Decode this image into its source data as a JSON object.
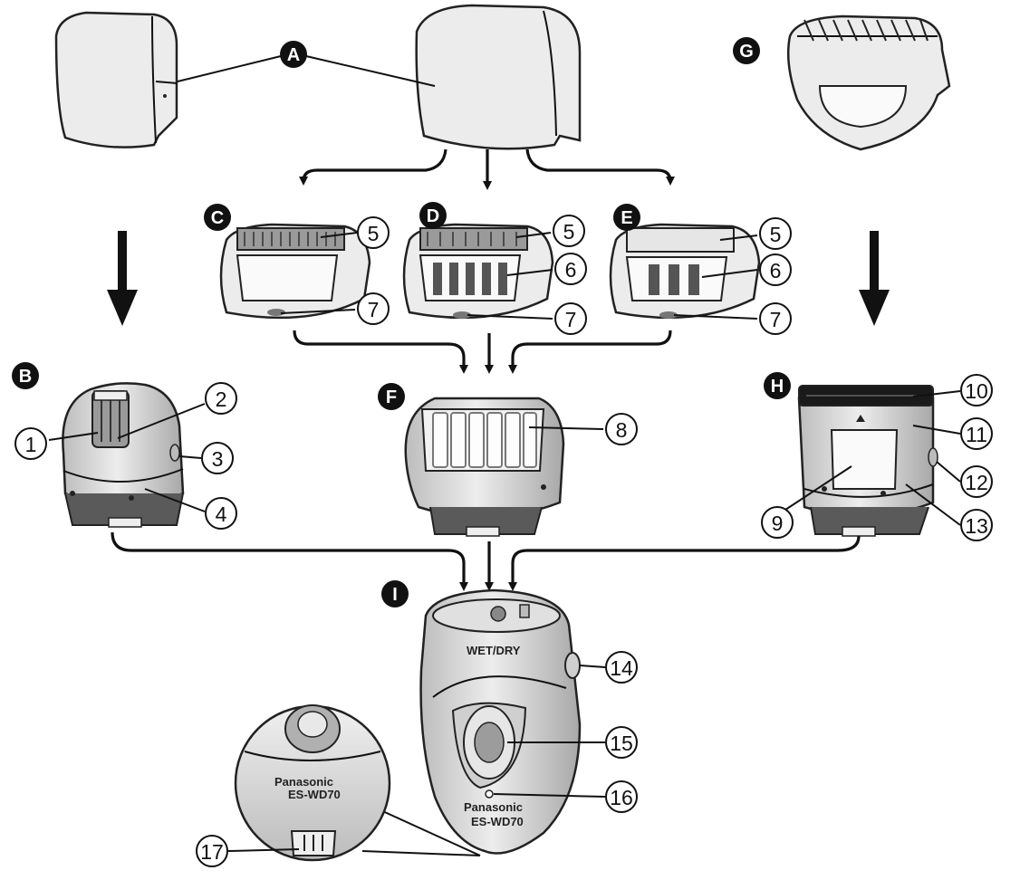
{
  "diagram": {
    "badges": [
      "A",
      "B",
      "C",
      "D",
      "E",
      "F",
      "G",
      "H",
      "I"
    ],
    "callouts": [
      "1",
      "2",
      "3",
      "4",
      "5",
      "5",
      "5",
      "6",
      "6",
      "7",
      "7",
      "7",
      "8",
      "9",
      "10",
      "11",
      "12",
      "13",
      "14",
      "15",
      "16",
      "17"
    ],
    "device_text": {
      "wet_dry": "WET/DRY",
      "brand": "Panasonic",
      "model": "ES-WD70",
      "inset_brand": "Panasonic",
      "inset_model": "ES-WD70"
    }
  }
}
